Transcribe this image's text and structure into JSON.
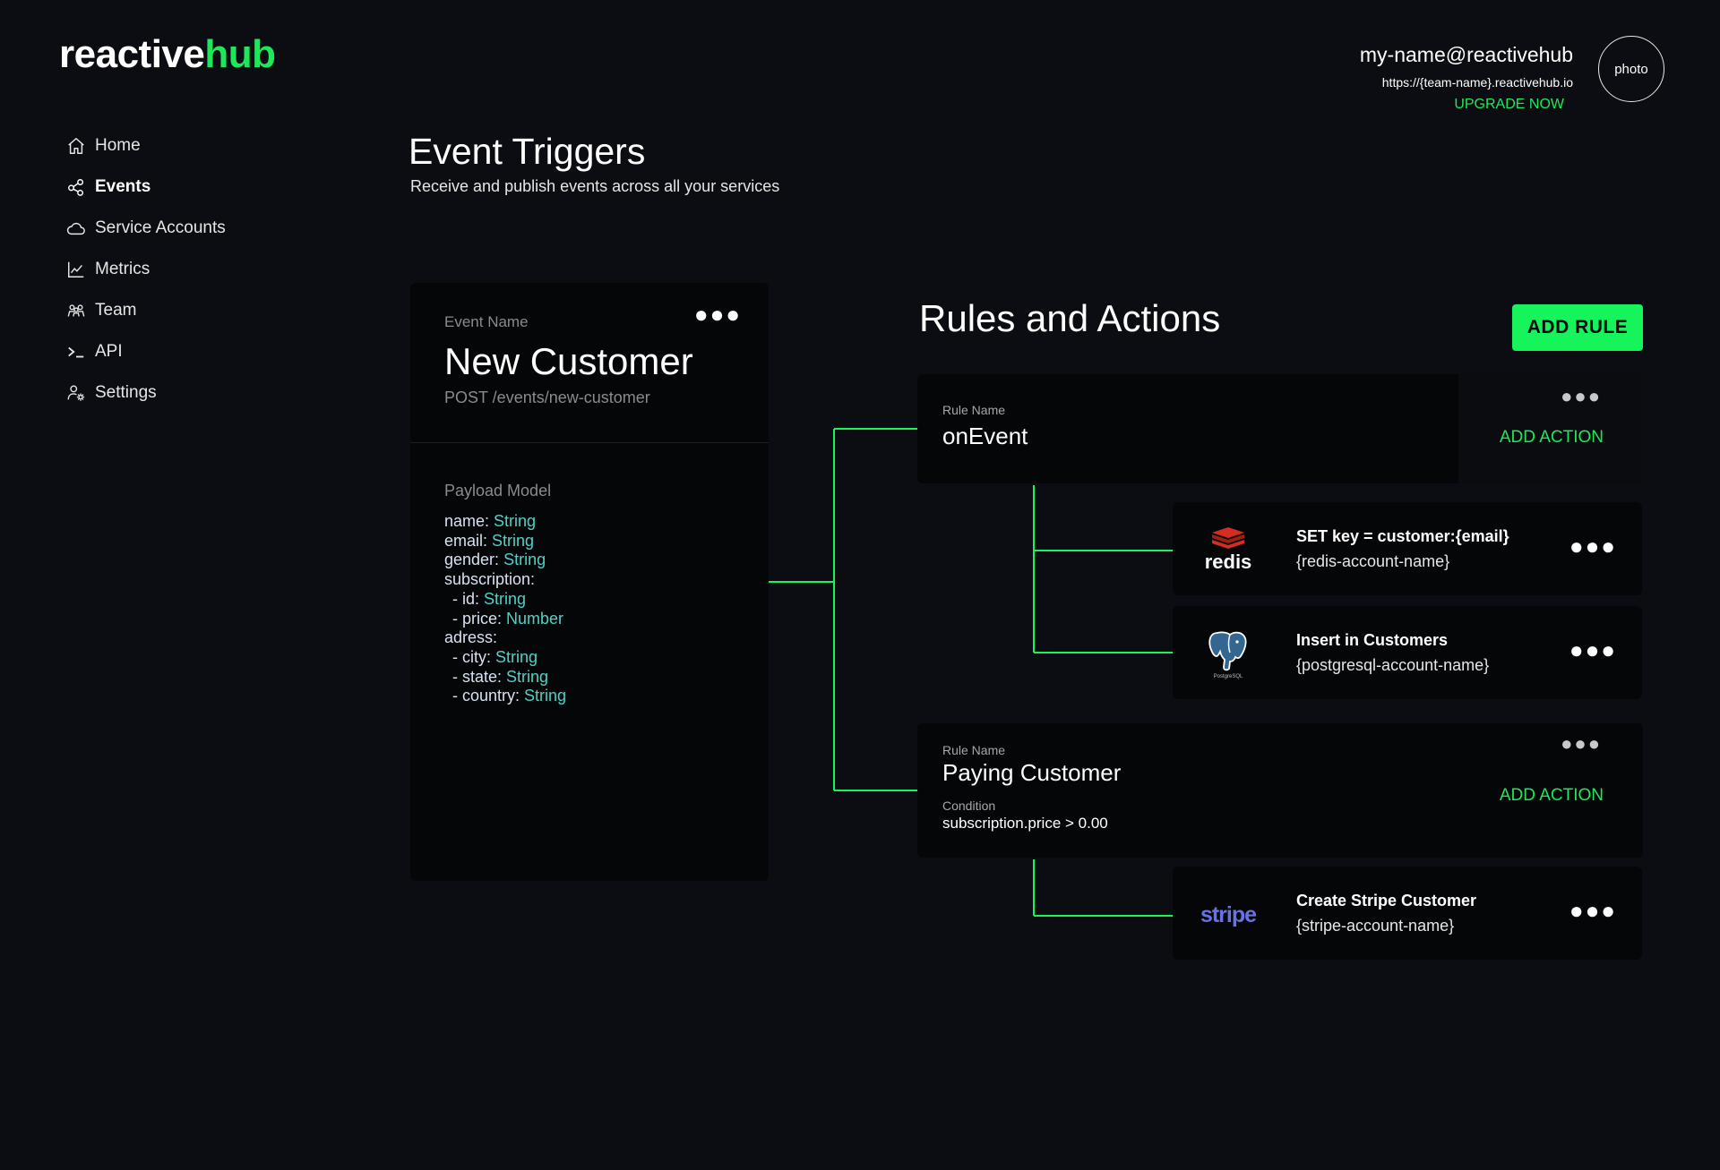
{
  "brand": {
    "logo_primary": "reactive",
    "logo_accent": "hub",
    "accent_color": "#1ee85a"
  },
  "sidebar": {
    "items": [
      {
        "label": "Home",
        "icon": "home-icon"
      },
      {
        "label": "Events",
        "icon": "share-nodes-icon",
        "active": true
      },
      {
        "label": "Service Accounts",
        "icon": "cloud-icon"
      },
      {
        "label": "Metrics",
        "icon": "line-chart-icon"
      },
      {
        "label": "Team",
        "icon": "team-icon"
      },
      {
        "label": "API",
        "icon": "terminal-icon"
      },
      {
        "label": "Settings",
        "icon": "user-settings-icon"
      }
    ]
  },
  "header": {
    "user_email": "my-name@reactivehub",
    "team_url": "https://{team-name}.reactivehub.io",
    "upgrade_label": "UPGRADE NOW",
    "avatar_label": "photo"
  },
  "page": {
    "title": "Event Triggers",
    "subtitle": "Receive and publish events across all your services"
  },
  "event": {
    "name_label": "Event Name",
    "name": "New Customer",
    "endpoint": "POST /events/new-customer",
    "payload_label": "Payload Model",
    "payload": [
      {
        "key": "name:",
        "type": "String"
      },
      {
        "key": "email: ",
        "type": "String"
      },
      {
        "key": "gender:",
        "type": "String"
      },
      {
        "key": "subscription:",
        "type": ""
      },
      {
        "key": "  - id:",
        "type": "String"
      },
      {
        "key": "  - price:",
        "type": "Number"
      },
      {
        "key": "adress:",
        "type": ""
      },
      {
        "key": "  - city:",
        "type": "String"
      },
      {
        "key": "  - state:",
        "type": "String"
      },
      {
        "key": "  - country:",
        "type": "String"
      }
    ]
  },
  "rules": {
    "title": "Rules and Actions",
    "add_rule_label": "ADD RULE",
    "list": [
      {
        "label": "Rule Name",
        "name": "onEvent",
        "add_action_label": "ADD ACTION",
        "actions": [
          {
            "title": "SET key = customer:{email}",
            "account": "{redis-account-name}",
            "logo": "redis-logo",
            "logo_text": "redis"
          },
          {
            "title": "Insert in Customers",
            "account": "{postgresql-account-name}",
            "logo": "postgresql-logo",
            "logo_text": "PostgreSQL"
          }
        ]
      },
      {
        "label": "Rule Name",
        "name": "Paying Customer",
        "condition_label": "Condition",
        "condition": "subscription.price > 0.00",
        "add_action_label": "ADD ACTION",
        "actions": [
          {
            "title": "Create Stripe Customer",
            "account": "{stripe-account-name}",
            "logo": "stripe-logo",
            "logo_text": "stripe"
          }
        ]
      }
    ]
  },
  "colors": {
    "background": "#0c0d12",
    "card": "#050608",
    "accent": "#1ee85a",
    "type_teal": "#4fd1c5",
    "redis_red": "#d82c20",
    "stripe_purple": "#6772e5"
  }
}
